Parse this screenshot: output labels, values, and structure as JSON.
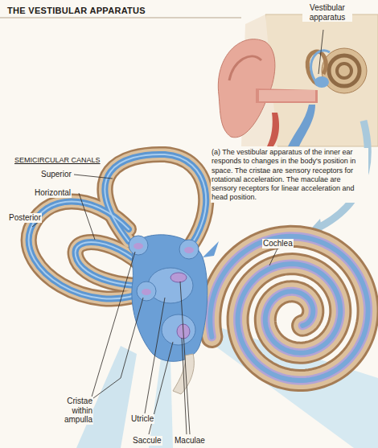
{
  "diagram": {
    "title": "THE VESTIBULAR APPARATUS",
    "caption": "(a) The vestibular apparatus of the inner ear responds to changes in the body's position in space. The cristae are sensory receptors for rotational acceleration. The maculae are sensory receptors for linear acceleration and head position.",
    "labels": [
      "Vestibular apparatus",
      "SEMICIRCULAR CANALS",
      "Superior",
      "Horizontal",
      "Posterior",
      "Cochlea",
      "Cristae within ampulla",
      "Utricle",
      "Saccule",
      "Maculae"
    ]
  }
}
